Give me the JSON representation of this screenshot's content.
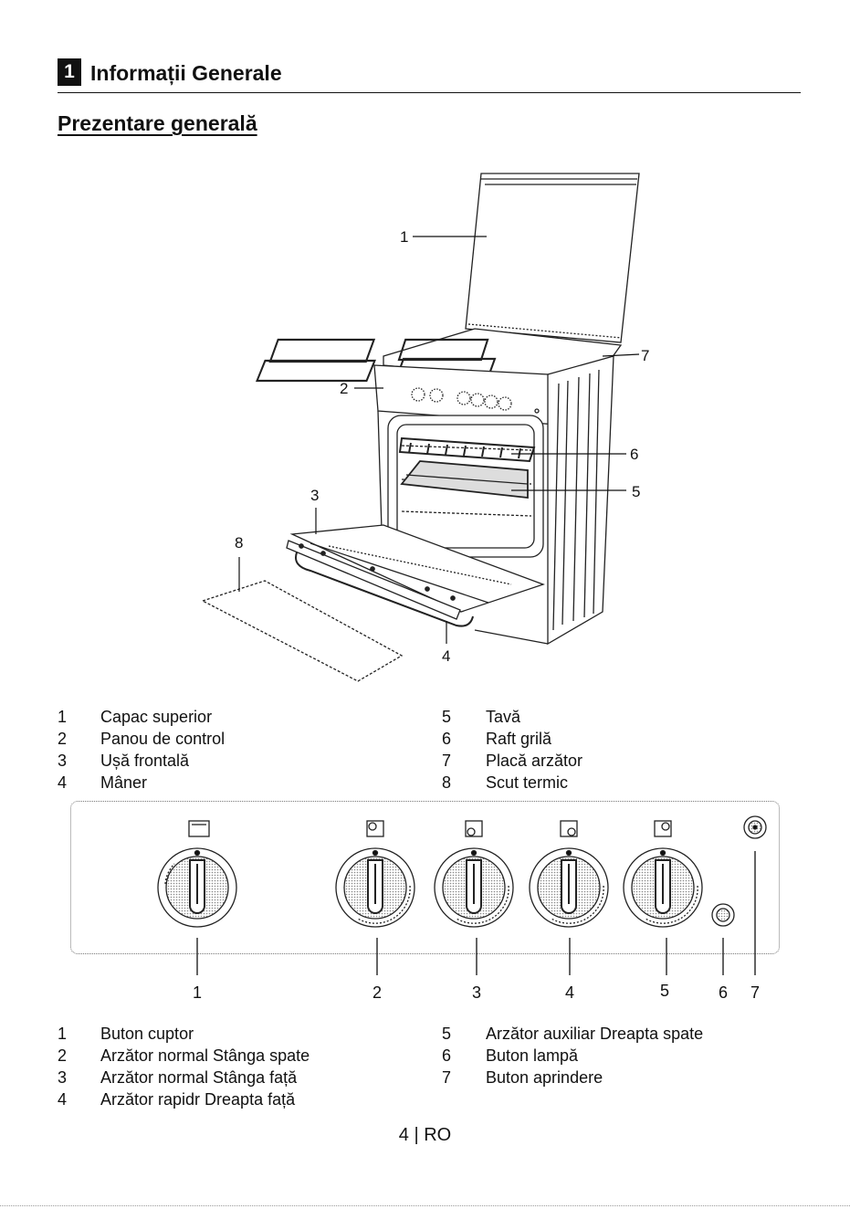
{
  "section": {
    "number": "1",
    "title": "Informații Generale"
  },
  "subtitle": "Prezentare generală",
  "diagram_callouts": [
    "1",
    "2",
    "3",
    "4",
    "5",
    "6",
    "7",
    "8"
  ],
  "parts_legend": [
    {
      "num": "1",
      "label": "Capac superior"
    },
    {
      "num": "2",
      "label": "Panou de control"
    },
    {
      "num": "3",
      "label": "Ușă frontală"
    },
    {
      "num": "4",
      "label": "Mâner"
    },
    {
      "num": "5",
      "label": "Tavă"
    },
    {
      "num": "6",
      "label": "Raft grilă"
    },
    {
      "num": "7",
      "label": "Placă arzător"
    },
    {
      "num": "8",
      "label": "Scut termic"
    }
  ],
  "control_panel_numbers": [
    "1",
    "2",
    "3",
    "4",
    "5",
    "6",
    "7"
  ],
  "controls_legend": [
    {
      "num": "1",
      "label": "Buton cuptor"
    },
    {
      "num": "2",
      "label": "Arzător normal Stânga spate"
    },
    {
      "num": "3",
      "label": "Arzător normal Stânga față"
    },
    {
      "num": "4",
      "label": "Arzător rapidr Dreapta față"
    },
    {
      "num": "5",
      "label": "Arzător auxiliar Dreapta spate"
    },
    {
      "num": "6",
      "label": "Buton lampă"
    },
    {
      "num": "7",
      "label": "Buton aprindere"
    }
  ],
  "footer": "4 | RO"
}
